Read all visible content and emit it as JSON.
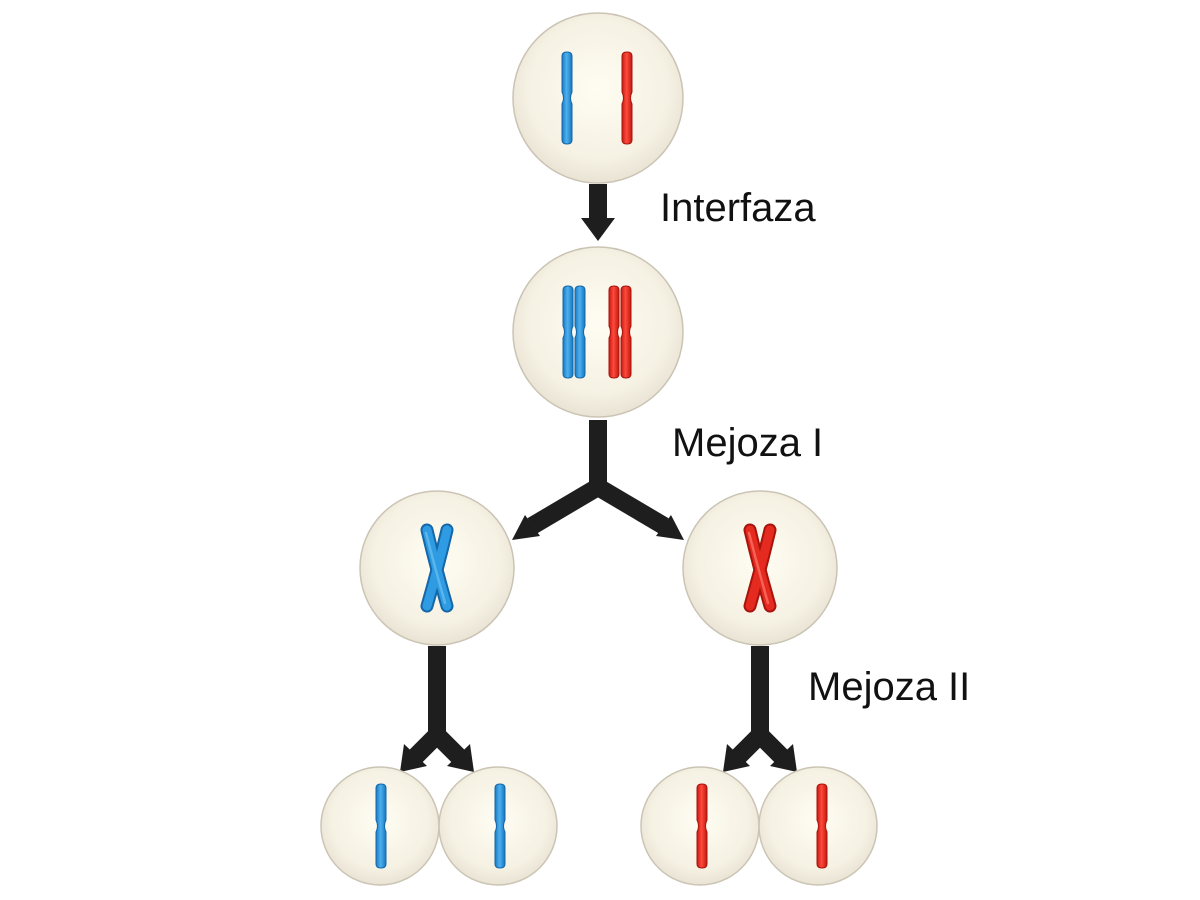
{
  "labels": {
    "interphase": "Interfaza",
    "meiosis_1": "Mejoza I",
    "meiosis_2": "Mejoza II"
  },
  "colors": {
    "cell_fill": "#f6f2e4",
    "cell_stroke": "#c9c2b3",
    "chromosome_blue": "#1f8fd8",
    "chromosome_red": "#e1251b",
    "arrow": "#1e1e1e",
    "label_text": "#111111"
  },
  "stages": [
    {
      "id": "start",
      "chromosomes": [
        "blue-single",
        "red-single"
      ]
    },
    {
      "id": "after-interphase",
      "chromosomes": [
        "blue-duplicated",
        "red-duplicated"
      ]
    },
    {
      "id": "meiosis-1-left",
      "chromosomes": [
        "blue-duplicated"
      ]
    },
    {
      "id": "meiosis-1-right",
      "chromosomes": [
        "red-duplicated"
      ]
    },
    {
      "id": "meiosis-2",
      "chromosomes": [
        "blue-single",
        "blue-single",
        "red-single",
        "red-single"
      ]
    }
  ]
}
